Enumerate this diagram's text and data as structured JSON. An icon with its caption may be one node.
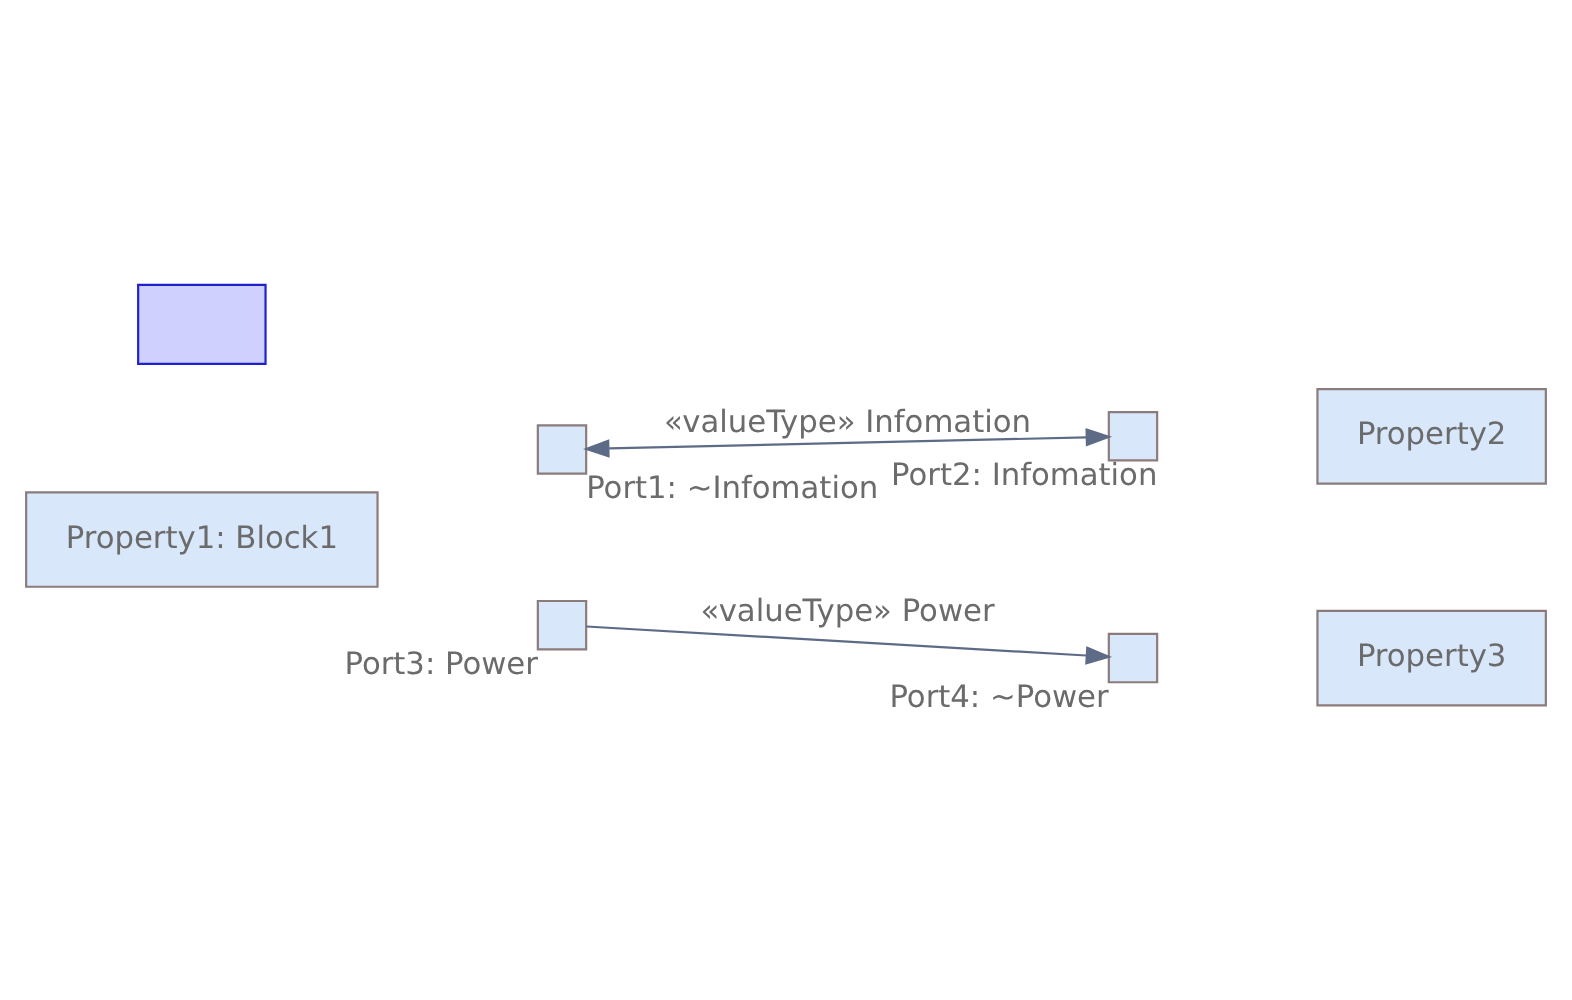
{
  "diagram": {
    "nodes": [
      {
        "text": [
          "Property1: Block1"
        ]
      },
      {
        "text": [],
        "shape": "box",
        "beside": [
          "Port1: ~Infomation"
        ]
      },
      {
        "text": [],
        "shape": "box",
        "beside": [
          "Port2: Infomation"
        ]
      },
      {
        "text": [
          "Property2"
        ]
      },
      {
        "text": [],
        "shape": "box",
        "beside": [
          "Port3: Power"
        ]
      },
      {
        "text": [],
        "shape": "box",
        "beside": [
          "Port4: ~Power"
        ]
      },
      {
        "text": [
          "Property3"
        ]
      },
      {
        "text": [],
        "shape": "box"
      }
    ],
    "edges": [
      {
        "from": 1,
        "to": 2,
        "arrow": "both",
        "label": "«valueType» Infomation"
      },
      {
        "from": 4,
        "to": 5,
        "arrow": "to",
        "label": "«valueType» Power"
      }
    ]
  }
}
